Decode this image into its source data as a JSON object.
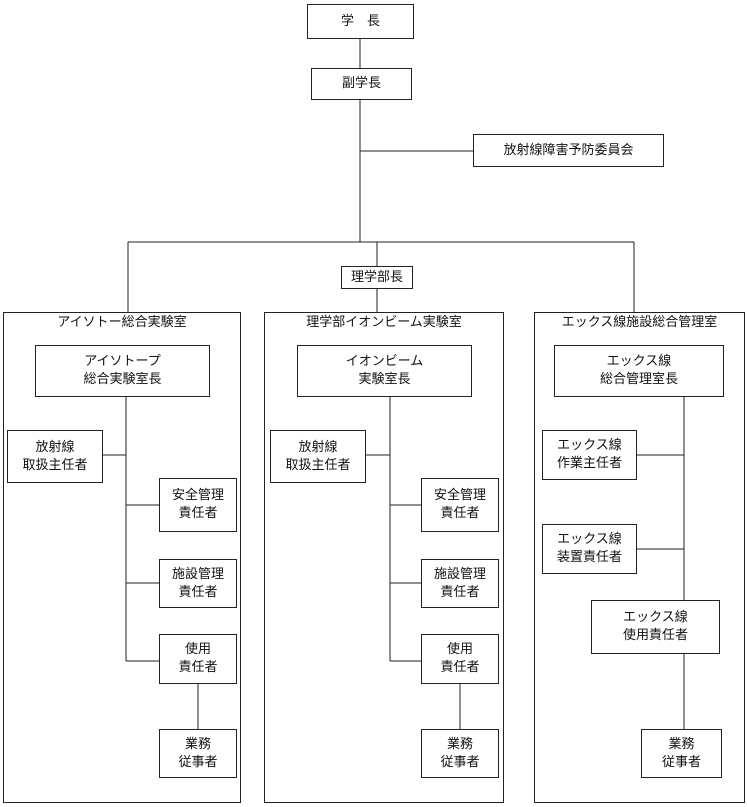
{
  "top": {
    "president": "学　長",
    "vice_president": "副学長",
    "committee": "放射線障害予防委員会",
    "dean": "理学部長"
  },
  "facilities": [
    {
      "title": "アイソトー総合実験室",
      "head": "アイソトープ\n総合実験室長",
      "handler": "放射線\n取扱主任者",
      "safety": "安全管理\n責任者",
      "facility": "施設管理\n責任者",
      "use": "使用\n責任者",
      "worker": "業務\n従事者"
    },
    {
      "title": "理学部イオンビーム実験室",
      "head": "イオンビーム\n実験室長",
      "handler": "放射線\n取扱主任者",
      "safety": "安全管理\n責任者",
      "facility": "施設管理\n責任者",
      "use": "使用\n責任者",
      "worker": "業務\n従事者"
    },
    {
      "title": "エックス線施設総合管理室",
      "head": "エックス線\n総合管理室長",
      "work_chief": "エックス線\n作業主任者",
      "device": "エックス線\n装置責任者",
      "use": "エックス線\n使用責任者",
      "worker": "業務\n従事者"
    }
  ]
}
